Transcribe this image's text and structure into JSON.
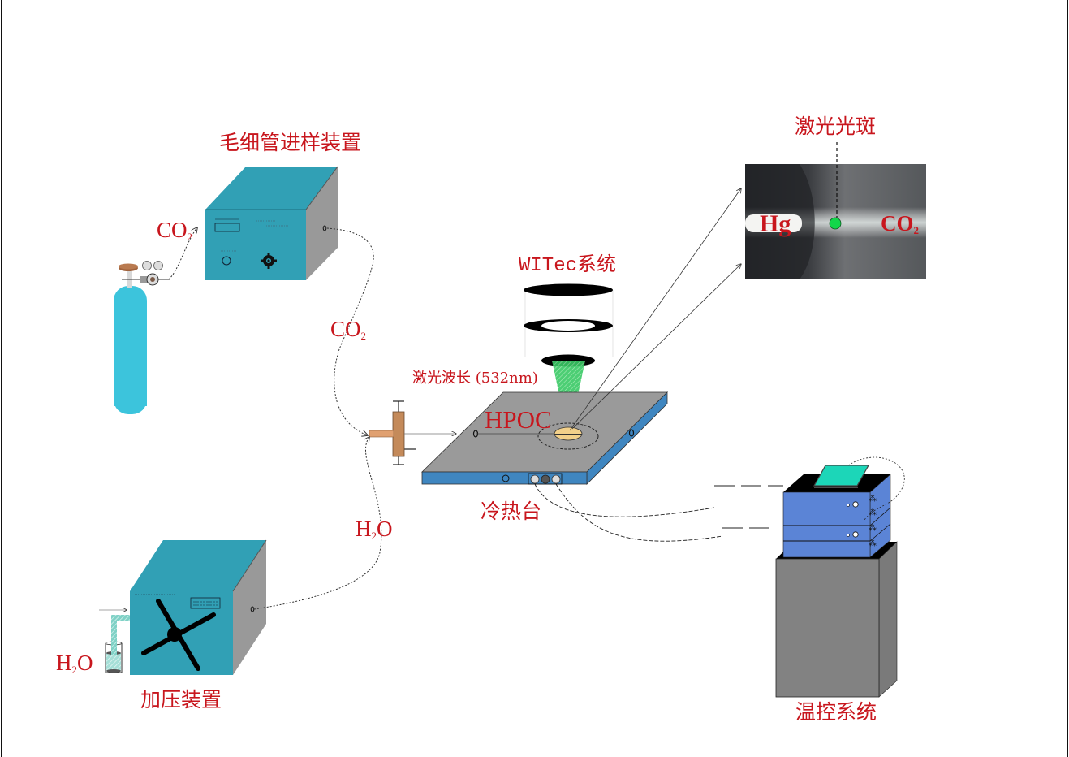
{
  "title": "Experimental setup schematic",
  "labels": {
    "capillary_sampler": "毛细管进样装置",
    "pressurizer": "加压装置",
    "heating_cooling_stage": "冷热台",
    "temperature_control": "温控系统",
    "witec_system": "WITec系统",
    "laser_wavelength": "激光波长 (532nm)",
    "hpoc": "HPOC",
    "laser_spot": "激光光斑",
    "co2_cylinder_out": {
      "base": "CO",
      "sub": "2"
    },
    "co2_line": {
      "base": "CO",
      "sub": "2"
    },
    "h2o_line": {
      "pre": "H",
      "sub": "2",
      "post": "O"
    },
    "h2o_beaker": {
      "pre": "H",
      "sub": "2",
      "post": "O"
    },
    "micro_hg": "Hg",
    "micro_co2": {
      "base": "CO",
      "sub": "2"
    }
  },
  "colors": {
    "label_red": "#c8161d",
    "device_teal": "#31a0b5",
    "device_side_gray": "#999999",
    "cylinder_cyan": "#3cc4dc",
    "stage_blue": "#3f86c0",
    "stage_top_gray": "#9a9a9a",
    "controller_blue": "#5b84d6",
    "cabinet_gray": "#808080",
    "laser_green": "#22cc44",
    "spot_green": "#12d64a",
    "connector_brown": "#c48a5a"
  }
}
